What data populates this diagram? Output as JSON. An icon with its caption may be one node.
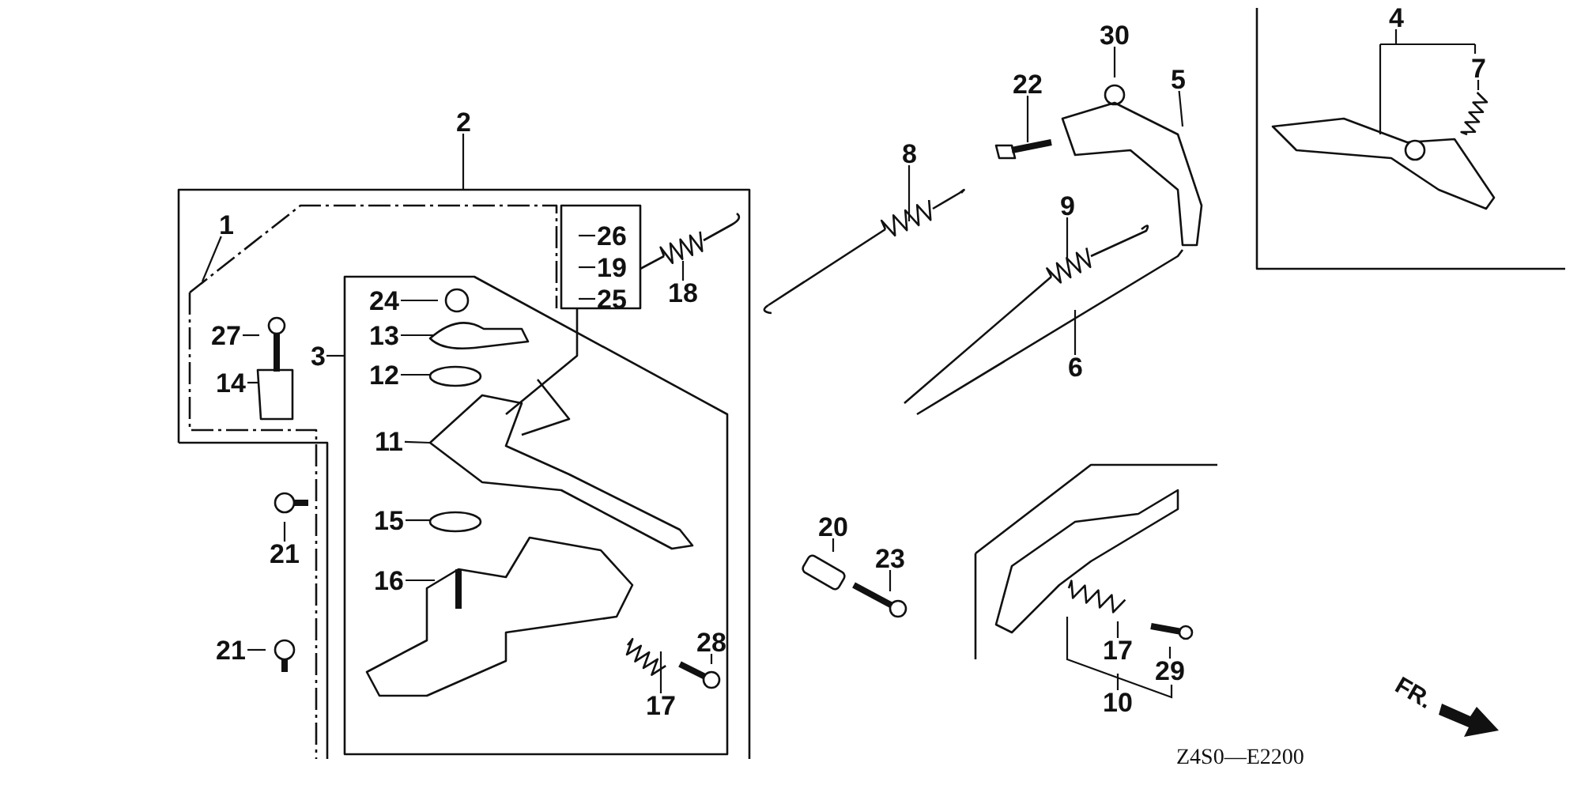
{
  "diagram": {
    "nodes": [
      {
        "text": [
          "2"
        ]
      },
      {
        "text": [
          "30"
        ]
      },
      {
        "text": [
          "22"
        ]
      },
      {
        "text": [
          "5"
        ]
      },
      {
        "text": [
          "4"
        ]
      },
      {
        "text": [
          "7"
        ]
      },
      {
        "text": [
          "8"
        ]
      },
      {
        "text": [
          "9"
        ]
      },
      {
        "text": [
          "1"
        ]
      },
      {
        "text": [
          "26"
        ]
      },
      {
        "text": [
          "19"
        ]
      },
      {
        "text": [
          "18"
        ]
      },
      {
        "text": [
          "25"
        ]
      },
      {
        "text": [
          "24"
        ]
      },
      {
        "text": [
          "27"
        ]
      },
      {
        "text": [
          "13"
        ]
      },
      {
        "text": [
          "3"
        ]
      },
      {
        "text": [
          "6"
        ]
      },
      {
        "text": [
          "12"
        ]
      },
      {
        "text": [
          "14"
        ]
      },
      {
        "text": [
          "11"
        ]
      },
      {
        "text": [
          "15"
        ]
      },
      {
        "text": [
          "20"
        ]
      },
      {
        "text": [
          "21"
        ]
      },
      {
        "text": [
          "23"
        ]
      },
      {
        "text": [
          "16"
        ]
      },
      {
        "text": [
          "28"
        ]
      },
      {
        "text": [
          "21"
        ]
      },
      {
        "text": [
          "17"
        ]
      },
      {
        "text": [
          "29"
        ]
      },
      {
        "text": [
          "17"
        ]
      },
      {
        "text": [
          "10"
        ]
      }
    ],
    "edges": [
      {
        "from": 0,
        "to": null,
        "arrow": "none"
      },
      {
        "from": 1,
        "to": null,
        "arrow": "none"
      },
      {
        "from": 2,
        "to": null,
        "arrow": "none"
      },
      {
        "from": 3,
        "to": null,
        "arrow": "none"
      },
      {
        "from": 4,
        "to": null,
        "arrow": "none"
      },
      {
        "from": 5,
        "to": null,
        "arrow": "none"
      },
      {
        "from": 6,
        "to": null,
        "arrow": "none"
      },
      {
        "from": 7,
        "to": null,
        "arrow": "none"
      },
      {
        "from": 8,
        "to": null,
        "arrow": "none"
      },
      {
        "from": 9,
        "to": null,
        "arrow": "none"
      },
      {
        "from": 10,
        "to": null,
        "arrow": "none"
      },
      {
        "from": 11,
        "to": null,
        "arrow": "none"
      },
      {
        "from": 12,
        "to": null,
        "arrow": "none"
      },
      {
        "from": 13,
        "to": null,
        "arrow": "none"
      },
      {
        "from": 14,
        "to": null,
        "arrow": "none"
      },
      {
        "from": 15,
        "to": null,
        "arrow": "none"
      },
      {
        "from": 16,
        "to": null,
        "arrow": "none"
      },
      {
        "from": 17,
        "to": null,
        "arrow": "none"
      },
      {
        "from": 18,
        "to": null,
        "arrow": "none"
      },
      {
        "from": 19,
        "to": null,
        "arrow": "none"
      },
      {
        "from": 20,
        "to": null,
        "arrow": "none"
      },
      {
        "from": 21,
        "to": null,
        "arrow": "none"
      },
      {
        "from": 22,
        "to": null,
        "arrow": "none"
      },
      {
        "from": 23,
        "to": null,
        "arrow": "none"
      },
      {
        "from": 24,
        "to": null,
        "arrow": "none"
      },
      {
        "from": 25,
        "to": null,
        "arrow": "none"
      },
      {
        "from": 26,
        "to": null,
        "arrow": "none"
      },
      {
        "from": 27,
        "to": null,
        "arrow": "none"
      },
      {
        "from": 28,
        "to": null,
        "arrow": "none"
      },
      {
        "from": 29,
        "to": null,
        "arrow": "none"
      },
      {
        "from": 30,
        "to": null,
        "arrow": "none"
      },
      {
        "from": 31,
        "to": null,
        "arrow": "none"
      }
    ],
    "labels": [
      "FR.",
      "Z4S0—E2200"
    ]
  }
}
